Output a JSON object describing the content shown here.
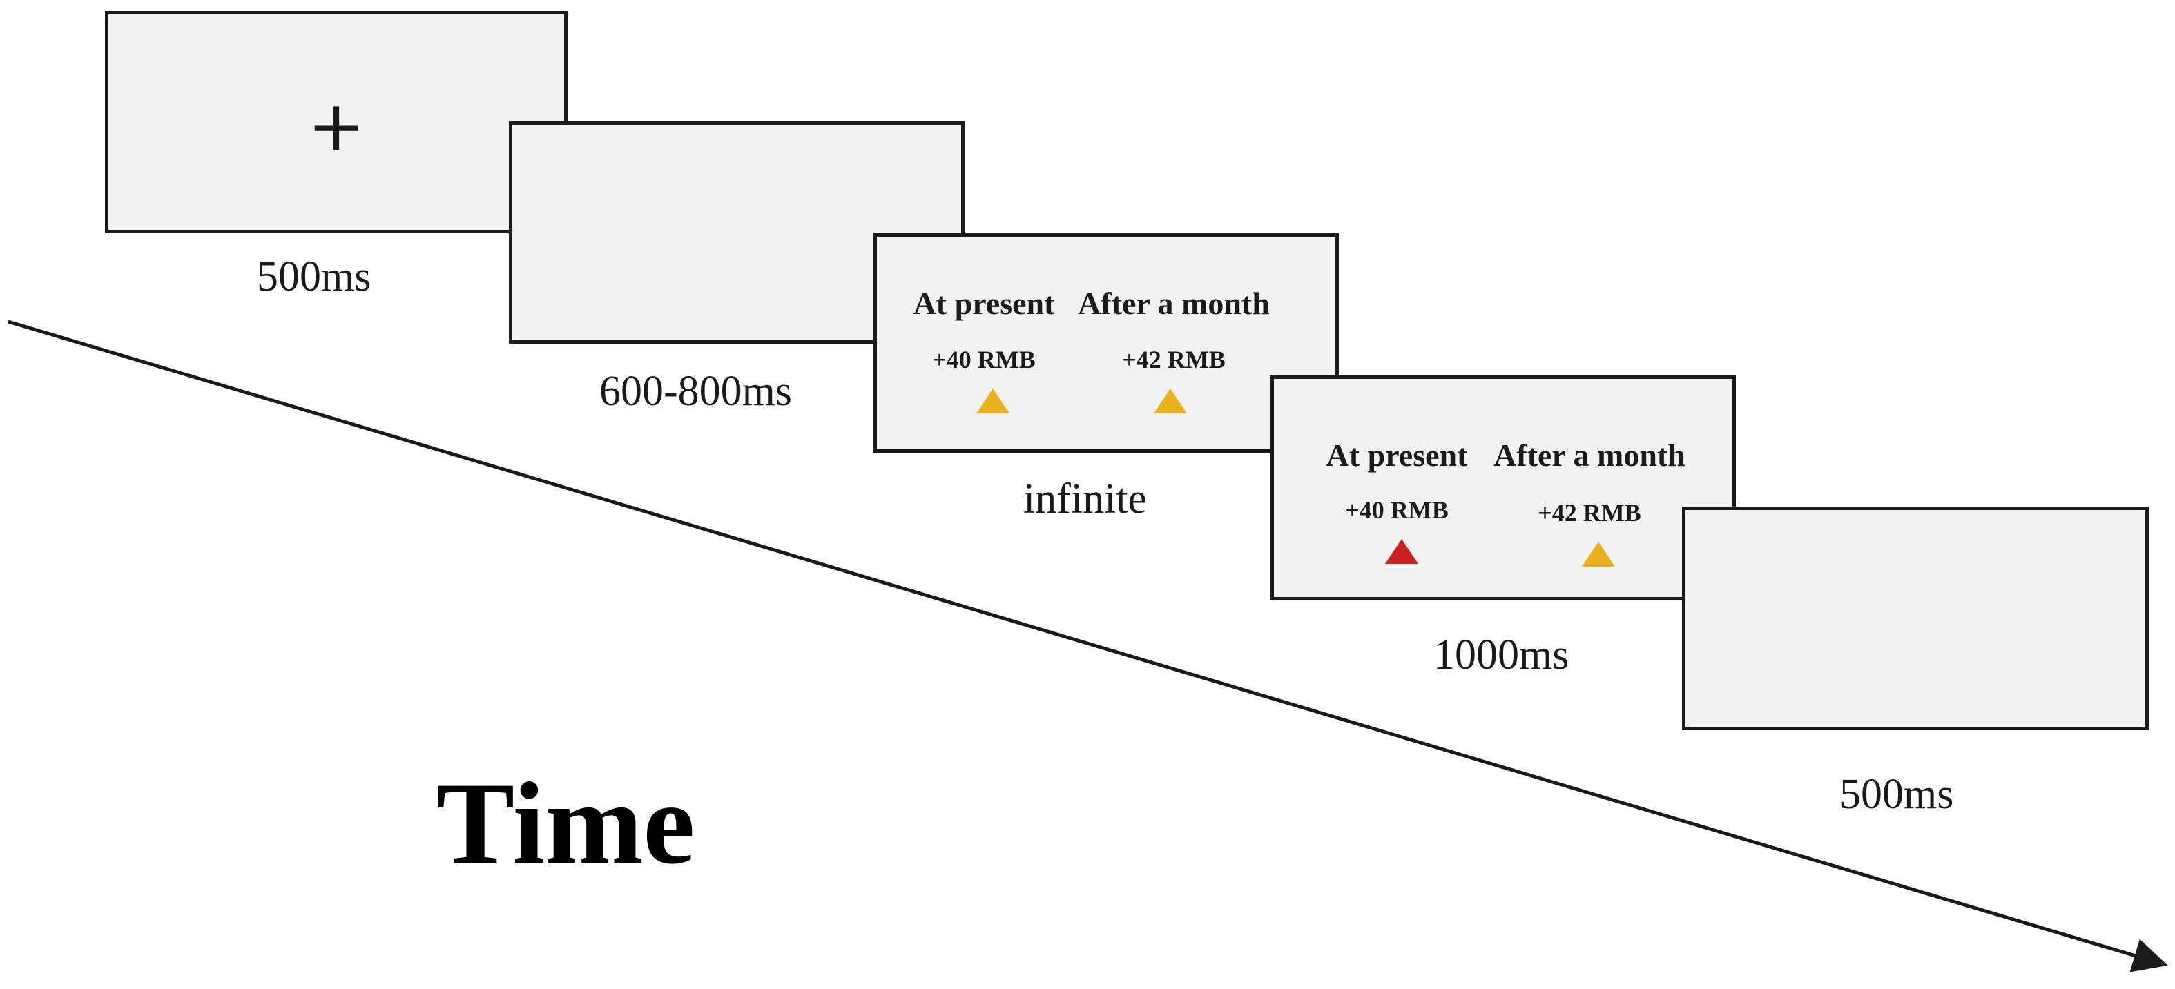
{
  "diagram": {
    "time_label": "Time",
    "stages": [
      {
        "name": "fixation",
        "stimulus": "+",
        "duration": "500ms"
      },
      {
        "name": "blank",
        "duration": "600-800ms"
      },
      {
        "name": "choice",
        "duration": "infinite",
        "options": [
          {
            "label": "At present",
            "amount": "+40 RMB",
            "marker": "triangle",
            "color": "#e8b21f"
          },
          {
            "label": "After a month",
            "amount": "+42 RMB",
            "marker": "triangle",
            "color": "#e8b21f"
          }
        ]
      },
      {
        "name": "feedback",
        "duration": "1000ms",
        "options": [
          {
            "label": "At present",
            "amount": "+40 RMB",
            "marker": "triangle",
            "color": "#cc1f1f"
          },
          {
            "label": "After a month",
            "amount": "+42 RMB",
            "marker": "triangle",
            "color": "#e8b21f"
          }
        ]
      },
      {
        "name": "blank-end",
        "duration": "500ms"
      }
    ],
    "colors": {
      "screen_fill": "#f2f2f2",
      "border": "#1a1a1a",
      "marker_default": "#e8b21f",
      "marker_selected": "#cc1f1f"
    }
  }
}
